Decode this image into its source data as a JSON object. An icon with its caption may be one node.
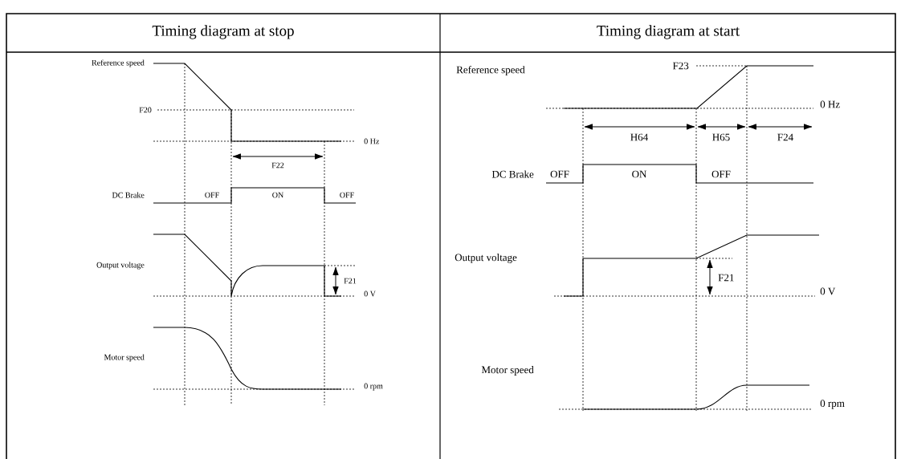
{
  "diagram": {
    "labels": [
      "Timing diagram at stop",
      "Timing diagram at start",
      "Reference speed",
      "F20",
      "0 Hz",
      "F22",
      "DC Brake",
      "OFF",
      "ON",
      "OFF",
      "Output voltage",
      "F21",
      "0 V",
      "Motor speed",
      "0 rpm",
      "Reference speed",
      "F23",
      "0 Hz",
      "H64",
      "H65",
      "F24",
      "DC Brake",
      "OFF",
      "ON",
      "OFF",
      "Output voltage",
      "F21",
      "0 V",
      "Motor speed",
      "0 rpm"
    ]
  }
}
